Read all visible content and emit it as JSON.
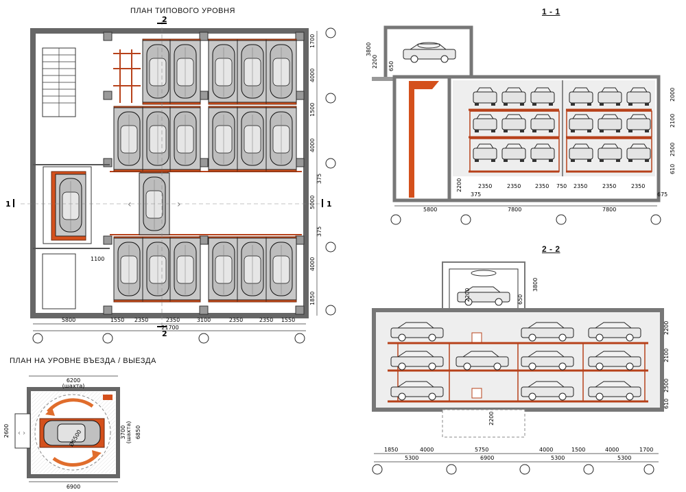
{
  "titles": {
    "plan_typical": "ПЛАН ТИПОВОГО УРОВНЯ",
    "plan_entry": "ПЛАН НА УРОВНЕ ВЪЕЗДА / ВЫЕЗДА",
    "section_11": "1 - 1",
    "section_22": "2 - 2"
  },
  "plan": {
    "cut_label_2": "2",
    "cut_label_1": "1",
    "bottom_dims": [
      "5800",
      "1550",
      "2350",
      "2350",
      "3100",
      "2350",
      "2350",
      "1550"
    ],
    "total_dim": "21700",
    "right_dims": [
      "1700",
      "4000",
      "1500",
      "4000",
      "375",
      "5000",
      "375",
      "4000",
      "1850"
    ],
    "dim_1100": "1100"
  },
  "entry": {
    "dim_top": "6200",
    "dim_top_sub": "(шахта)",
    "dim_bottom": "6900",
    "dim_left": "2600",
    "dim_diam": "Ø6500",
    "dim_right1": "3700",
    "dim_right1_sub": "(шахта)",
    "dim_right2": "6850"
  },
  "section11": {
    "top_dims": [
      "3800",
      "2200",
      "650"
    ],
    "right_dims": [
      "2000",
      "2100",
      "2500",
      "610"
    ],
    "left_dim": "2200",
    "bottom_dims": [
      "2350",
      "2350",
      "2350",
      "750",
      "2350",
      "2350",
      "2350"
    ],
    "small_dims": [
      "375",
      "675"
    ],
    "axis_dims": [
      "5800",
      "7800",
      "7800"
    ]
  },
  "section22": {
    "top_dims": [
      "2200",
      "3800",
      "650"
    ],
    "right_dims": [
      "2200",
      "2100",
      "2500",
      "610"
    ],
    "pit_dim": "2200",
    "row1_dims": [
      "1850",
      "4000",
      "5750",
      "4000",
      "1500",
      "4000",
      "1700"
    ],
    "row2_dims": [
      "5300",
      "6900",
      "5300",
      "5300"
    ]
  }
}
